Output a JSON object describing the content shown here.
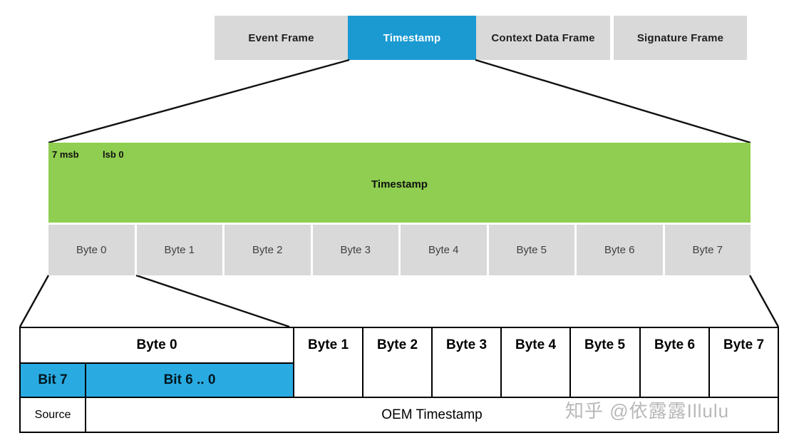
{
  "tabs": [
    {
      "label": "Event Frame",
      "active": false
    },
    {
      "label": "Timestamp",
      "active": true
    },
    {
      "label": "Context Data Frame",
      "active": false
    },
    {
      "label": "Signature Frame",
      "active": false
    }
  ],
  "timestamp_block": {
    "msb_label": "7 msb",
    "lsb_label": "lsb 0",
    "title": "Timestamp"
  },
  "byte_strip": [
    "Byte 0",
    "Byte 1",
    "Byte 2",
    "Byte 3",
    "Byte 4",
    "Byte 5",
    "Byte 6",
    "Byte 7"
  ],
  "detail_table": {
    "byte0_header": "Byte 0",
    "column_headers": [
      "Byte 1",
      "Byte 2",
      "Byte 3",
      "Byte 4",
      "Byte 5",
      "Byte 6",
      "Byte 7"
    ],
    "bit7_label": "Bit 7",
    "bit6_0_label": "Bit 6 .. 0",
    "source_label": "Source",
    "oem_label": "OEM Timestamp"
  },
  "watermark": "知乎 @依露露Illulu",
  "colors": {
    "tab_gray": "#d9d9d9",
    "tab_active_blue": "#1b9ad2",
    "green": "#8fce50",
    "bit_blue": "#29abe2",
    "byte_gray": "#d9d9d9",
    "border": "#000000"
  }
}
